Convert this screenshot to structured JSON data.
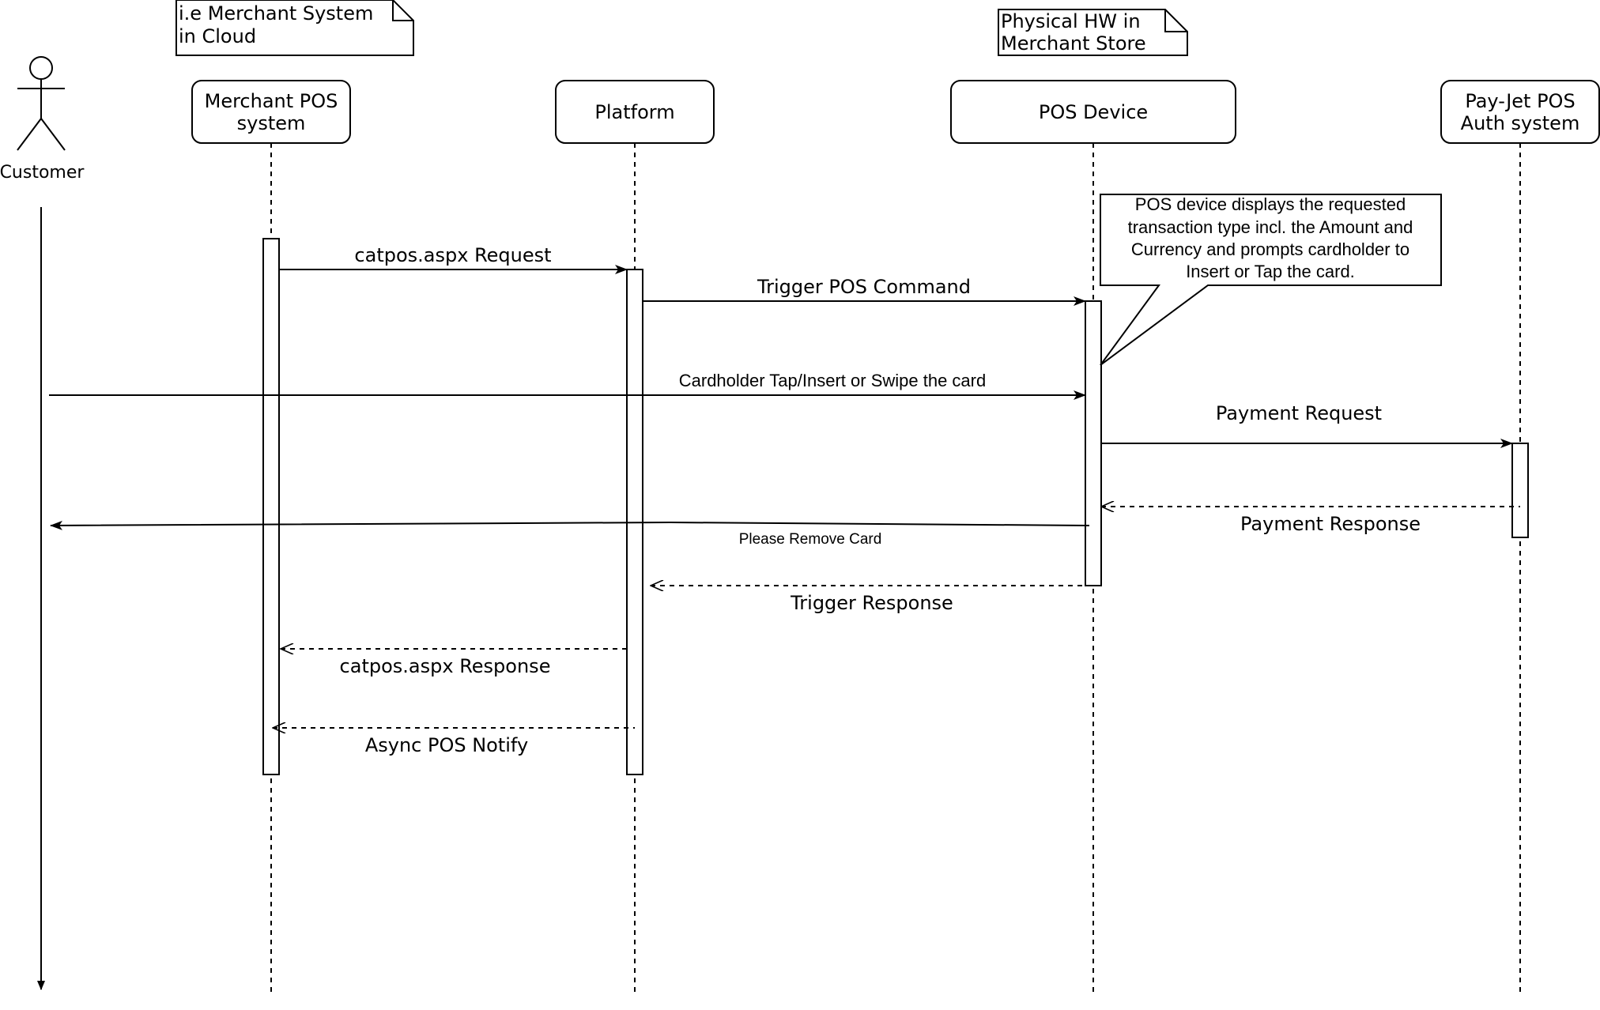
{
  "notes": {
    "merchant_cloud": [
      "i.e Merchant System",
      "in Cloud"
    ],
    "physical_hw": [
      "Physical HW in",
      "Merchant Store"
    ]
  },
  "actor": {
    "label": "Customer"
  },
  "participants": {
    "merchant_pos": [
      "Merchant POS",
      "system"
    ],
    "platform": [
      "Platform"
    ],
    "pos_device": [
      "POS Device"
    ],
    "payjet": [
      "Pay-Jet POS",
      "Auth system"
    ]
  },
  "callout": {
    "lines": [
      "POS device displays the requested",
      "transaction type incl. the Amount and",
      "Currency and prompts cardholder to",
      "Insert or Tap the card."
    ]
  },
  "messages": {
    "catpos_request": "catpos.aspx Request",
    "trigger_pos_command": "Trigger POS Command",
    "cardholder_tap": "Cardholder Tap/Insert or Swipe the card",
    "payment_request": "Payment Request",
    "payment_response": "Payment Response",
    "please_remove_card": "Please Remove Card",
    "trigger_response": "Trigger Response",
    "catpos_response": "catpos.aspx Response",
    "async_pos_notify": "Async POS Notify"
  }
}
